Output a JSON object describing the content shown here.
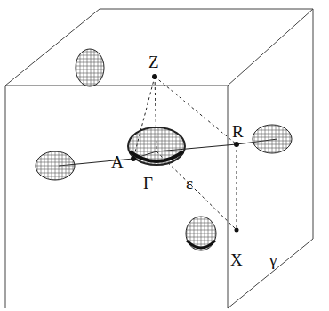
{
  "diagram": {
    "labels": [
      "Z",
      "R",
      "A",
      "Γ",
      "ε",
      "X",
      "γ"
    ]
  }
}
